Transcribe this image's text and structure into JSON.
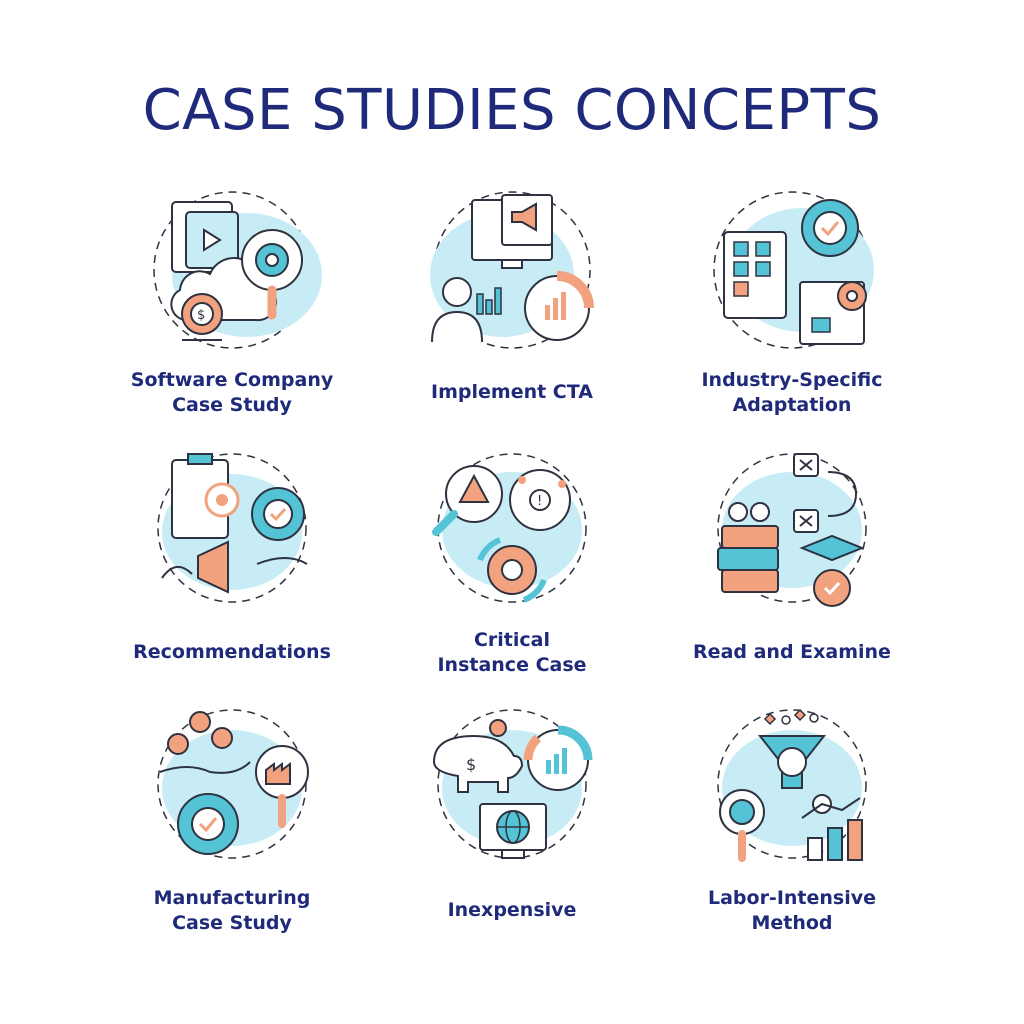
{
  "page": {
    "title": "CASE STUDIES CONCEPTS"
  },
  "colors": {
    "navy": "#1f2a7a",
    "cyan_bg": "#c8ecf6",
    "teal": "#54c3d6",
    "orange": "#f2a27e",
    "outline": "#2f3240"
  },
  "concepts": [
    {
      "icon": "software-company-icon",
      "line1": "Software Company",
      "line2": "Case Study"
    },
    {
      "icon": "implement-cta-icon",
      "line1": "Implement CTA",
      "line2": ""
    },
    {
      "icon": "industry-specific-icon",
      "line1": "Industry-Specific",
      "line2": "Adaptation"
    },
    {
      "icon": "recommendations-icon",
      "line1": "Recommendations",
      "line2": ""
    },
    {
      "icon": "critical-instance-icon",
      "line1": "Critical",
      "line2": "Instance Case"
    },
    {
      "icon": "read-examine-icon",
      "line1": "Read and Examine",
      "line2": ""
    },
    {
      "icon": "manufacturing-icon",
      "line1": "Manufacturing",
      "line2": "Case Study"
    },
    {
      "icon": "inexpensive-icon",
      "line1": "Inexpensive",
      "line2": ""
    },
    {
      "icon": "labor-intensive-icon",
      "line1": "Labor-Intensive",
      "line2": "Method"
    }
  ]
}
